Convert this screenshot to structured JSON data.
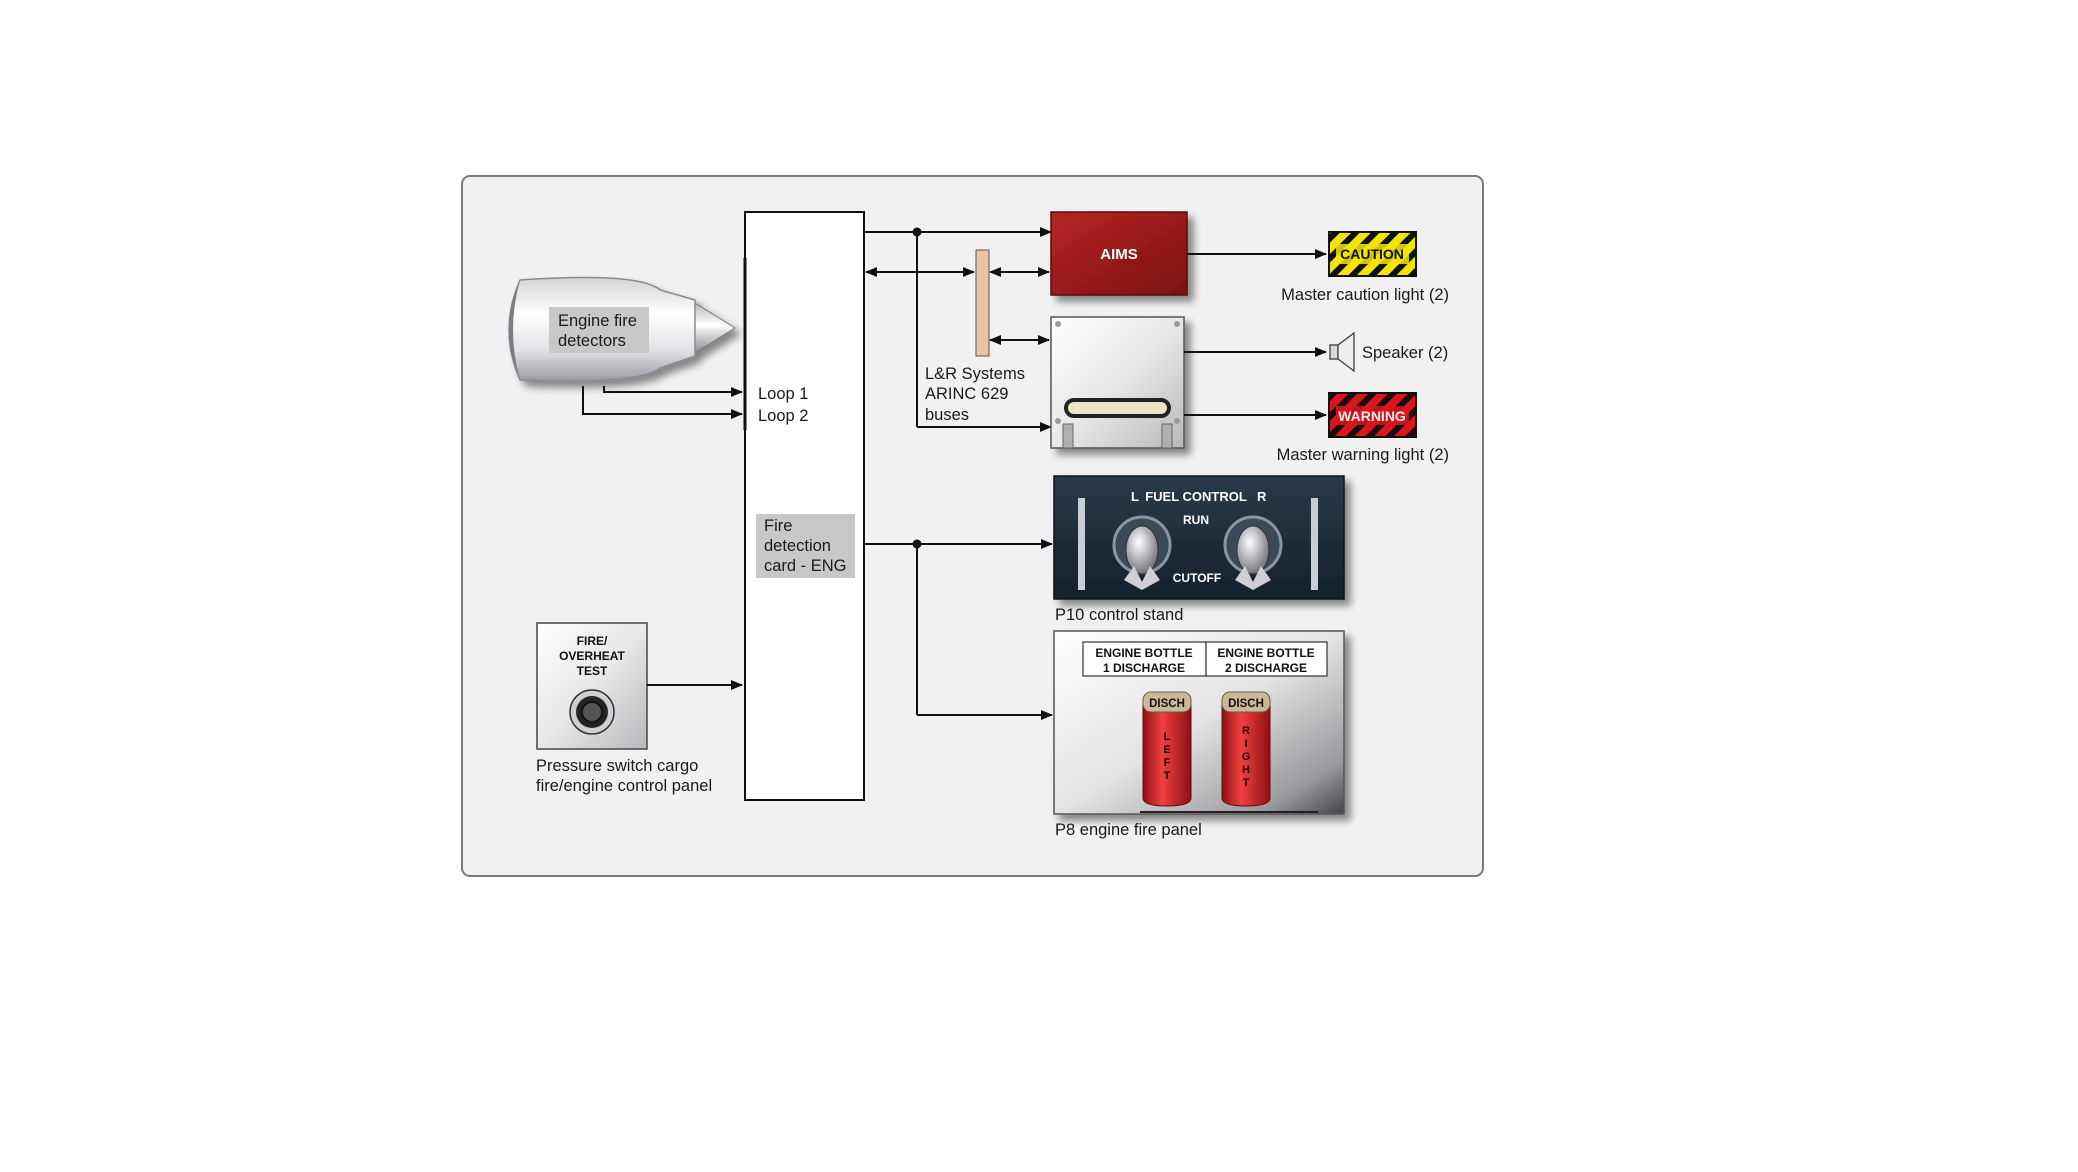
{
  "labels": {
    "engine_fire_detectors": [
      "Engine fire",
      "detectors"
    ],
    "loop1": "Loop 1",
    "loop2": "Loop 2",
    "fire_detection_card": [
      "Fire",
      "detection",
      "card - ENG"
    ],
    "arinc_buses": [
      "L&R Systems",
      "ARINC 629",
      "buses"
    ],
    "aims": "AIMS",
    "caution_text": "CAUTION",
    "master_caution": "Master caution light (2)",
    "speaker": "Speaker (2)",
    "warning_text": "WARNING",
    "master_warning": "Master warning light (2)",
    "fire_overheat_test": [
      "FIRE/",
      "OVERHEAT",
      "TEST"
    ],
    "pressure_switch": [
      "Pressure switch cargo",
      "fire/engine control panel"
    ],
    "p10_title_l": "L",
    "p10_title": "FUEL CONTROL",
    "p10_title_r": "R",
    "p10_run": "RUN",
    "p10_cutoff": "CUTOFF",
    "p10_caption": "P10 control stand",
    "p8_bottle1": [
      "ENGINE BOTTLE",
      "1 DISCHARGE"
    ],
    "p8_bottle2": [
      "ENGINE BOTTLE",
      "2 DISCHARGE"
    ],
    "p8_disch": "DISCH",
    "p8_left": [
      "L",
      "E",
      "F",
      "T"
    ],
    "p8_right": [
      "R",
      "I",
      "G",
      "H",
      "T"
    ],
    "p8_caption": "P8 engine fire panel"
  },
  "colors": {
    "aims_red": "#a11a1a",
    "caution_yellow": "#f2e600",
    "warning_red": "#d9161c",
    "arinc_bus": "#e9c3a4",
    "handle_red": "#d8221f"
  }
}
